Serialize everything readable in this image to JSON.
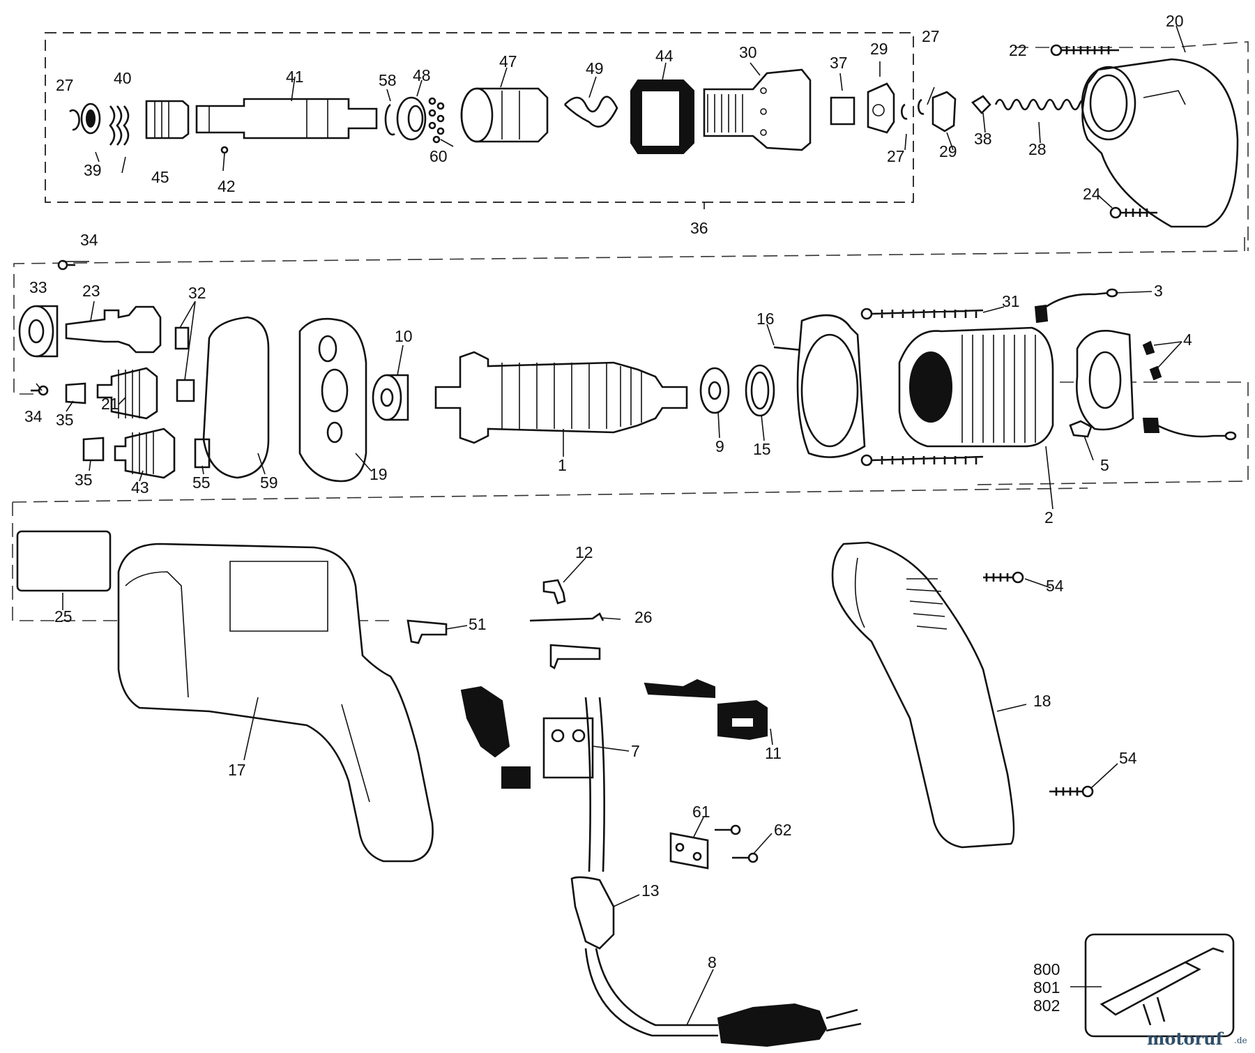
{
  "labels": {
    "p1": "1",
    "p2": "2",
    "p3": "3",
    "p4": "4",
    "p5": "5",
    "p7": "7",
    "p8": "8",
    "p9": "9",
    "p10": "10",
    "p11": "11",
    "p12": "12",
    "p13": "13",
    "p15": "15",
    "p16": "16",
    "p17": "17",
    "p18": "18",
    "p19": "19",
    "p20": "20",
    "p21": "21",
    "p22": "22",
    "p23": "23",
    "p24": "24",
    "p25": "25",
    "p26": "26",
    "p27": "27",
    "p28": "28",
    "p29": "29",
    "p30": "30",
    "p31": "31",
    "p32": "32",
    "p33": "33",
    "p34": "34",
    "p35": "35",
    "p36": "36",
    "p37": "37",
    "p38": "38",
    "p39": "39",
    "p40": "40",
    "p41": "41",
    "p42": "42",
    "p43": "43",
    "p44": "44",
    "p45": "45",
    "p47": "47",
    "p48": "48",
    "p49": "49",
    "p51": "51",
    "p54": "54",
    "p55": "55",
    "p58": "58",
    "p59": "59",
    "p60": "60",
    "p61": "61",
    "p62": "62",
    "p800": "800",
    "p801": "801",
    "p802": "802"
  },
  "watermark": {
    "brand": "motoruf",
    "suffix": ".de"
  }
}
